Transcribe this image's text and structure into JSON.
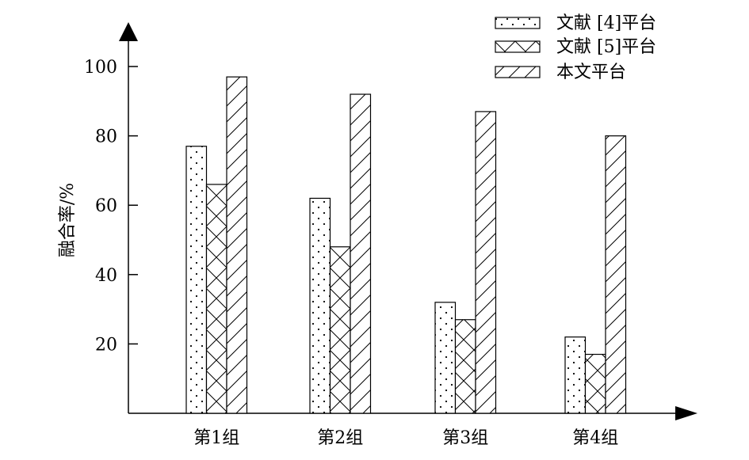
{
  "chart_data": {
    "type": "bar",
    "title": "",
    "xlabel": "",
    "ylabel": "融合率/%",
    "ylim": [
      0,
      110
    ],
    "yticks": [
      20,
      40,
      60,
      80,
      100
    ],
    "grid": false,
    "legend_position": "top-right",
    "categories": [
      "第1组",
      "第2组",
      "第3组",
      "第4组"
    ],
    "series": [
      {
        "name": "文献 [4]平台",
        "pattern": "dots",
        "values": [
          77,
          62,
          32,
          22
        ]
      },
      {
        "name": "文献 [5]平台",
        "pattern": "crosshatch",
        "values": [
          66,
          48,
          27,
          17
        ]
      },
      {
        "name": "本文平台",
        "pattern": "diagonal",
        "values": [
          97,
          92,
          87,
          80
        ]
      }
    ]
  }
}
